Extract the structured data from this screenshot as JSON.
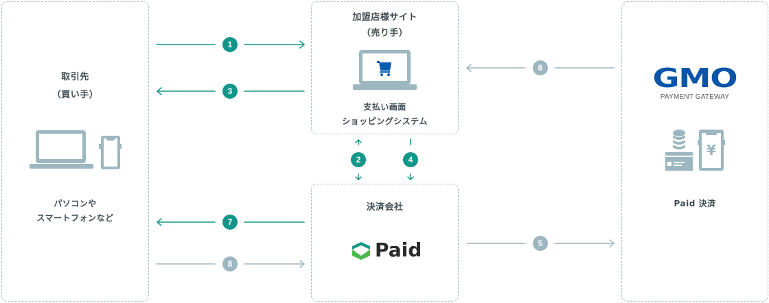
{
  "colors": {
    "active": "#12968a",
    "inactive": "#9db7c1",
    "device": "#9db7c1",
    "cart": "#0b5db3",
    "gmo": "#0a55a8",
    "text": "#3d4b52"
  },
  "buyer": {
    "title": "取引先",
    "subtitle": "（買い手）",
    "device_label_1": "パソコンや",
    "device_label_2": "スマートフォンなど",
    "icons": [
      "laptop-icon",
      "smartphone-icon"
    ]
  },
  "merchant": {
    "title": "加盟店様サイト",
    "subtitle": "（売り手）",
    "label_1": "支払い画面",
    "label_2": "ショッピングシステム",
    "icons": [
      "laptop-cart-icon"
    ]
  },
  "payment_company": {
    "title": "決済会社",
    "logo_text": "Paid"
  },
  "gateway": {
    "logo_text": "GMO",
    "logo_sub": "PAYMENT GATEWAY",
    "label": "Paid 決済",
    "icons": [
      "coins-card-icon",
      "smartphone-yen-icon"
    ]
  },
  "steps": [
    {
      "num": "1",
      "from": "buyer",
      "to": "merchant",
      "state": "active"
    },
    {
      "num": "2",
      "from": "merchant",
      "to": "payment_company",
      "state": "active",
      "bidirectional": true
    },
    {
      "num": "3",
      "from": "merchant",
      "to": "buyer",
      "state": "active"
    },
    {
      "num": "4",
      "from": "merchant",
      "to": "payment_company",
      "state": "active"
    },
    {
      "num": "5",
      "from": "payment_company",
      "to": "gateway",
      "state": "inactive"
    },
    {
      "num": "6",
      "from": "gateway",
      "to": "merchant",
      "state": "inactive"
    },
    {
      "num": "7",
      "from": "payment_company",
      "to": "buyer",
      "state": "active"
    },
    {
      "num": "8",
      "from": "buyer",
      "to": "payment_company",
      "state": "inactive"
    }
  ]
}
